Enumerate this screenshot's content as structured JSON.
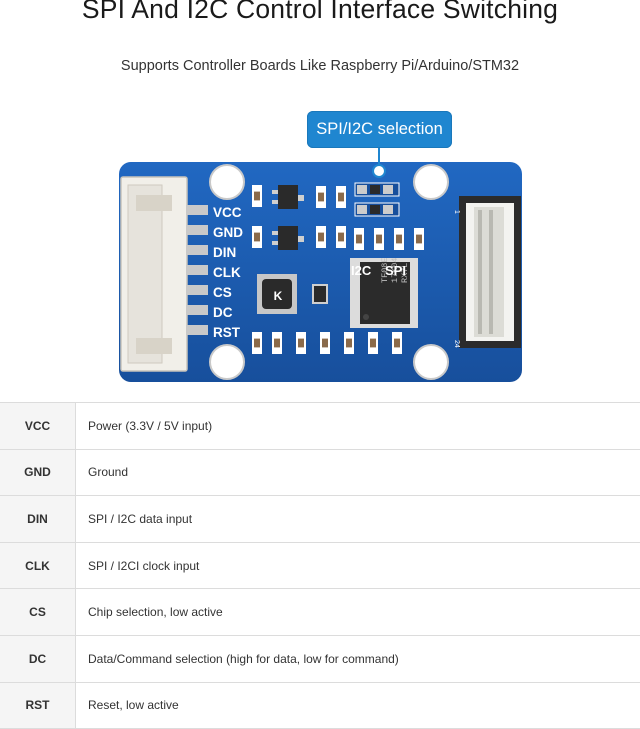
{
  "header": {
    "title": "SPI And I2C Control Interface Switching",
    "subtitle": "Supports Controller Boards Like Raspberry Pi/Arduino/STM32"
  },
  "board": {
    "callout": "SPI/I2C selection",
    "selector_labels": {
      "i2c": "I2C",
      "spi": "SPI"
    },
    "pin_labels": [
      "VCC",
      "GND",
      "DIN",
      "CLK",
      "CS",
      "DC",
      "RST"
    ],
    "chip_marking": [
      "TF08E",
      "17K04",
      "RX7L"
    ],
    "inductor_marking": "K",
    "fpc_pin_1": "1",
    "fpc_pin_last": "24",
    "colors": {
      "pcb": "#1a5fb4",
      "callout": "#1f86d0",
      "silkscreen": "#ffffff"
    }
  },
  "pin_table": {
    "rows": [
      {
        "pin": "VCC",
        "description": "Power (3.3V / 5V input)"
      },
      {
        "pin": "GND",
        "description": "Ground"
      },
      {
        "pin": "DIN",
        "description": "SPI / I2C data input"
      },
      {
        "pin": "CLK",
        "description": "SPI / I2CI clock input"
      },
      {
        "pin": "CS",
        "description": "Chip selection, low active"
      },
      {
        "pin": "DC",
        "description": "Data/Command selection (high for data, low for command)"
      },
      {
        "pin": "RST",
        "description": "Reset, low active"
      }
    ]
  }
}
